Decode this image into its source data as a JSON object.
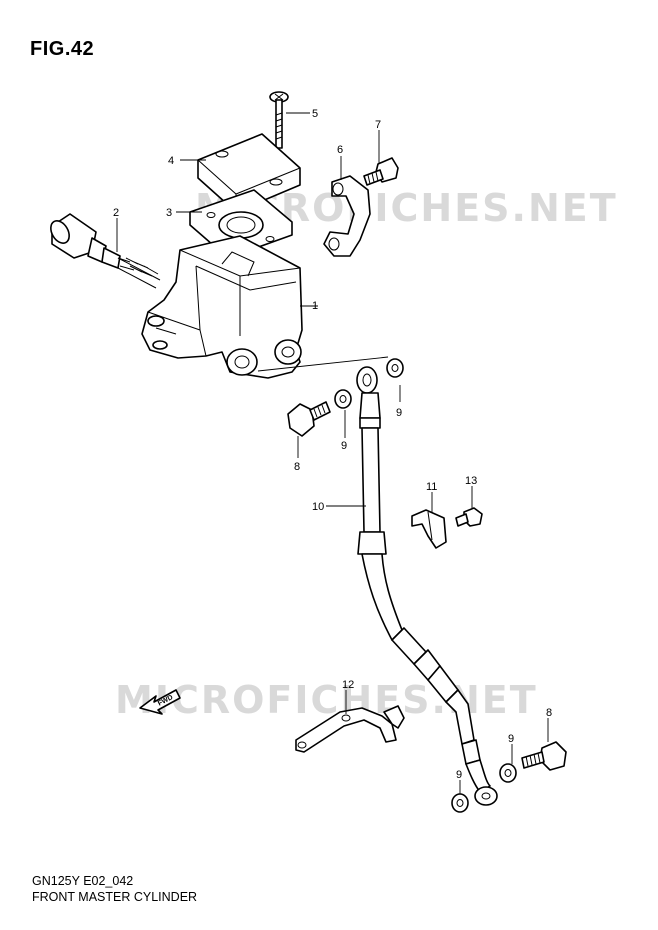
{
  "figure": {
    "title": "FIG.42"
  },
  "watermarks": [
    "MICROFICHES.NET",
    "MICROFICHES.NET"
  ],
  "fwd_label": "FWD",
  "callouts": {
    "c1": "1",
    "c2": "2",
    "c3": "3",
    "c4": "4",
    "c5": "5",
    "c6": "6",
    "c7": "7",
    "c8a": "8",
    "c8b": "8",
    "c9a": "9",
    "c9b": "9",
    "c9c": "9",
    "c9d": "9",
    "c10": "10",
    "c11": "11",
    "c12": "12",
    "c13": "13"
  },
  "footer": {
    "code": "GN125Y E02_042",
    "caption": "FRONT MASTER CYLINDER"
  }
}
